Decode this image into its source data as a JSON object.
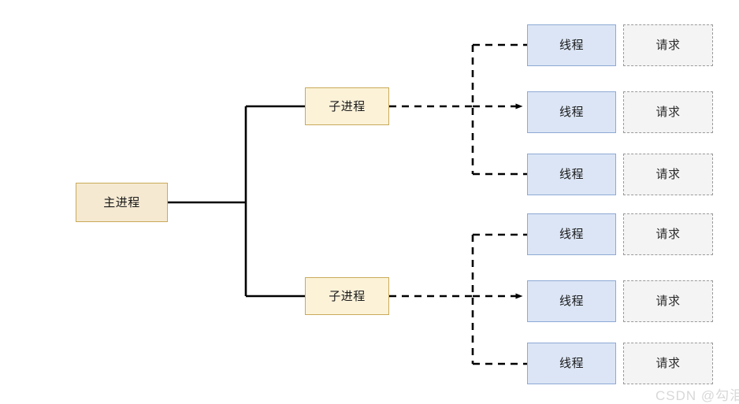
{
  "diagram": {
    "title": "Process and Thread Architecture Diagram",
    "background_color": "#ffffff",
    "colors": {
      "main_process_fill": "#f5e9d2",
      "main_process_border": "#c9aa59",
      "sub_process_fill": "#fbf2d8",
      "sub_process_border": "#c9aa59",
      "thread_fill": "#dbe5f5",
      "thread_border": "#8ea9d5",
      "request_fill": "#f4f4f4",
      "request_border": "#9a9a9a",
      "solid_edge": "#000000",
      "dashed_edge": "#000000",
      "watermark": "#d8d8d8"
    },
    "main_process": {
      "label": "主进程"
    },
    "sub_processes": [
      {
        "label": "子进程",
        "threads": [
          {
            "thread_label": "线程",
            "request_label": "请求",
            "arrow": false
          },
          {
            "thread_label": "线程",
            "request_label": "请求",
            "arrow": true
          },
          {
            "thread_label": "线程",
            "request_label": "请求",
            "arrow": false
          }
        ]
      },
      {
        "label": "子进程",
        "threads": [
          {
            "thread_label": "线程",
            "request_label": "请求",
            "arrow": false
          },
          {
            "thread_label": "线程",
            "request_label": "请求",
            "arrow": true
          },
          {
            "thread_label": "线程",
            "request_label": "请求",
            "arrow": false
          }
        ]
      }
    ],
    "watermark": {
      "text": "CSDN @勾泪"
    }
  }
}
